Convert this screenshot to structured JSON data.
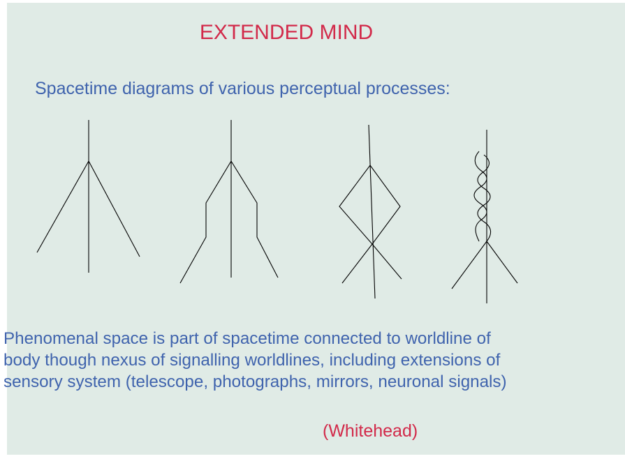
{
  "slide": {
    "title": "EXTENDED MIND",
    "subtitle": "Spacetime diagrams of various perceptual processes:",
    "body_lines": [
      "Phenomenal space is part of spacetime connected to worldline of",
      "body though nexus of signalling worldlines, including extensions of",
      "sensory system (telescope, photographs, mirrors, neuronal signals)"
    ],
    "attribution": "(Whitehead)"
  },
  "colors": {
    "background": "#e0ebe6",
    "title": "#d22a4a",
    "text": "#3f63ad",
    "lines": "#000000"
  }
}
